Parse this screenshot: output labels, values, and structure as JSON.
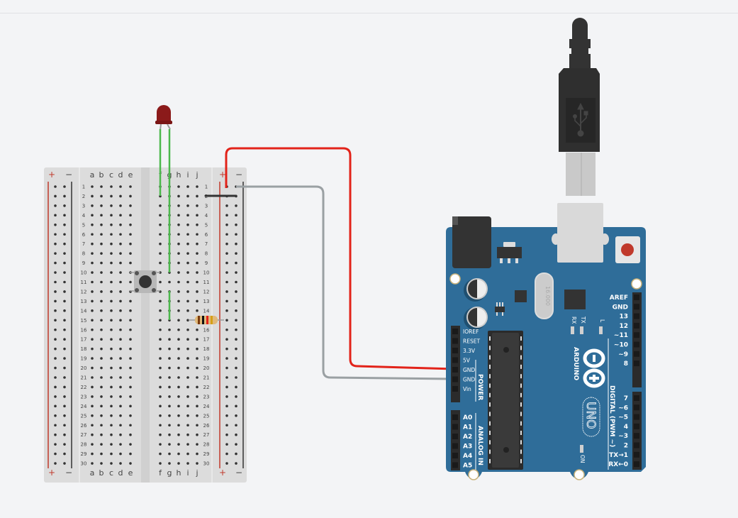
{
  "canvas": {
    "title": "Circuit schematic - Arduino Uno pushbutton LED"
  },
  "breadboard": {
    "columns_left": [
      "a",
      "b",
      "c",
      "d",
      "e"
    ],
    "columns_right": [
      "f",
      "g",
      "h",
      "i",
      "j"
    ],
    "rows": 30,
    "rail_plus": "+",
    "rail_minus": "−"
  },
  "components": {
    "led": {
      "color": "#8b1a1a",
      "label": "red LED"
    },
    "pushbutton": {
      "label": "pushbutton",
      "rows": [
        10,
        12
      ]
    },
    "resistor": {
      "row": 15,
      "bands": [
        "#7a3b10",
        "#111111",
        "#e2231a",
        "#d4a017"
      ]
    },
    "usb_cable": {
      "label": "USB cable"
    }
  },
  "wires": [
    {
      "name": "led-wire-1",
      "color": "#4cb84c"
    },
    {
      "name": "led-wire-2",
      "color": "#4cb84c"
    },
    {
      "name": "button-wire",
      "color": "#4cb84c"
    },
    {
      "name": "power-wire-5v",
      "color": "#e2231a"
    },
    {
      "name": "ground-wire",
      "color": "#9aa0a3"
    },
    {
      "name": "jumper-black",
      "color": "#333333"
    }
  ],
  "arduino": {
    "brand": "ARDUINO",
    "model": "UNO",
    "crystal": "16.000",
    "power_header_title": "POWER",
    "power_pins": [
      "IOREF",
      "RESET",
      "3.3V",
      "5V",
      "GND",
      "GND",
      "Vin"
    ],
    "analog_header_title": "ANALOG IN",
    "analog_pins": [
      "A0",
      "A1",
      "A2",
      "A3",
      "A4",
      "A5"
    ],
    "digital_header_title": "DIGITAL (PWM ~)",
    "digital_pins_top": [
      "AREF",
      "GND",
      "13",
      "12",
      "~11",
      "~10",
      "~9",
      "8"
    ],
    "digital_pins_bottom": [
      "7",
      "~6",
      "~5",
      "4",
      "~3",
      "2",
      "TX→1",
      "RX←0"
    ],
    "leds": {
      "rx": "RX",
      "tx": "TX",
      "l": "L",
      "on": "ON"
    },
    "colors": {
      "board": "#2f6d99",
      "header": "#2b2b2b"
    }
  }
}
